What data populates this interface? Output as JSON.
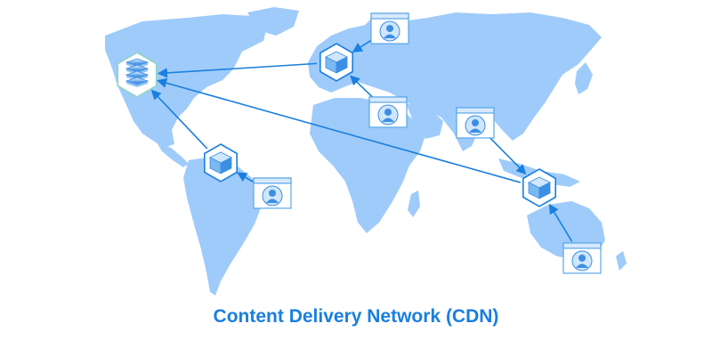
{
  "caption": "Content Delivery Network (CDN)",
  "colors": {
    "land": "#9ecbfa",
    "accent": "#1a7fde",
    "caption": "#1a7fde",
    "card_border": "#5aa6ea",
    "card_header": "#d6e9fb",
    "icon_light": "#cfe6fc",
    "icon_dark": "#3c8fe3"
  },
  "icons": {
    "origin": "server-stack-icon",
    "edge": "cube-icon",
    "client": "user-browser-icon"
  },
  "diagram": {
    "nodes": [
      {
        "id": "origin-north-america",
        "type": "origin"
      },
      {
        "id": "edge-europe",
        "type": "edge"
      },
      {
        "id": "edge-south-america",
        "type": "edge"
      },
      {
        "id": "edge-southeast-asia",
        "type": "edge"
      },
      {
        "id": "client-north-europe",
        "type": "client"
      },
      {
        "id": "client-north-africa",
        "type": "client"
      },
      {
        "id": "client-india",
        "type": "client"
      },
      {
        "id": "client-south-america",
        "type": "client"
      },
      {
        "id": "client-australia",
        "type": "client"
      }
    ],
    "edges": [
      {
        "from": "edge-europe",
        "to": "origin-north-america"
      },
      {
        "from": "edge-south-america",
        "to": "origin-north-america"
      },
      {
        "from": "edge-southeast-asia",
        "to": "origin-north-america"
      },
      {
        "from": "client-north-europe",
        "to": "edge-europe"
      },
      {
        "from": "client-north-africa",
        "to": "edge-europe"
      },
      {
        "from": "client-south-america",
        "to": "edge-south-america"
      },
      {
        "from": "client-india",
        "to": "edge-southeast-asia"
      },
      {
        "from": "client-australia",
        "to": "edge-southeast-asia"
      }
    ]
  }
}
